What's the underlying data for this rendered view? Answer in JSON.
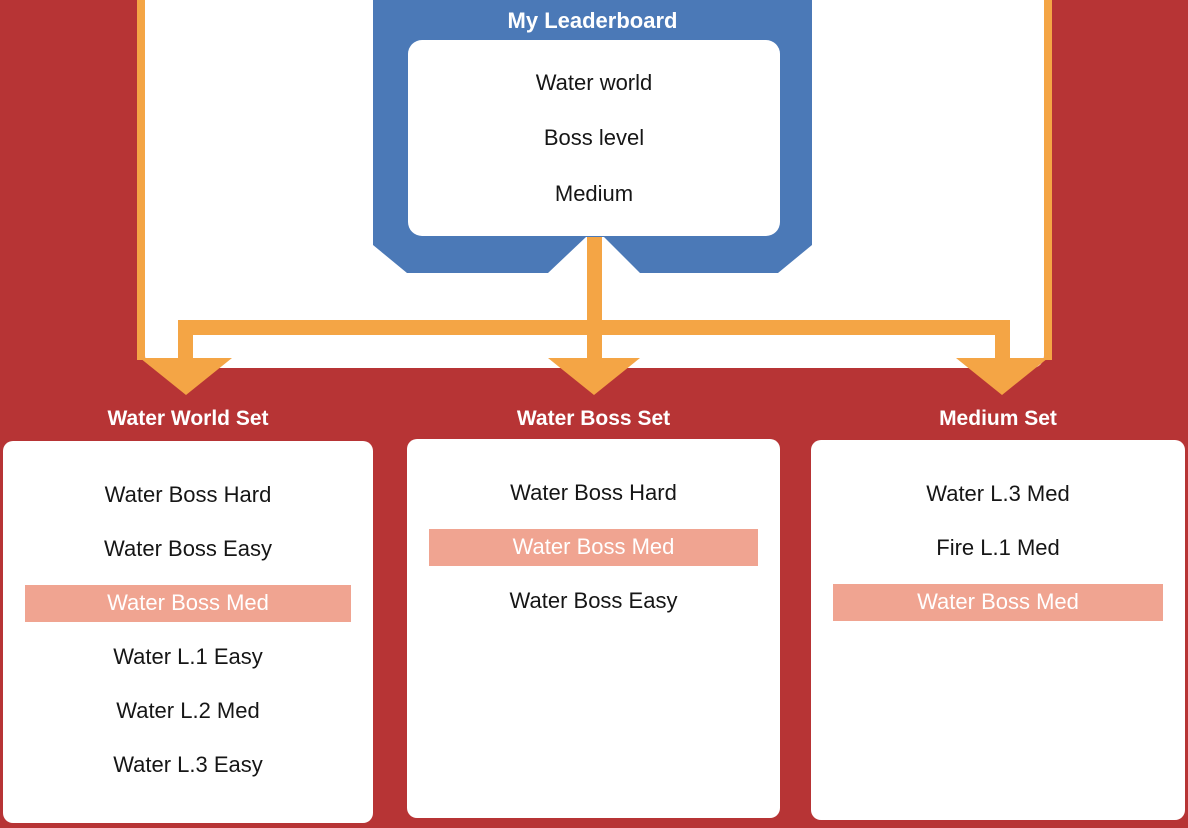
{
  "palette": {
    "background_red": "#B73435",
    "node_blue": "#4B79B7",
    "connector_orange": "#F4A545",
    "highlight_salmon": "#F0A491",
    "item_text": "#161616",
    "title_text": "#FFFFFF"
  },
  "leaderboard": {
    "title": "My Leaderboard",
    "items": [
      "Water world",
      "Boss level",
      "Medium"
    ]
  },
  "sets": [
    {
      "title": "Water World Set",
      "items": [
        {
          "label": "Water Boss Hard",
          "highlighted": false
        },
        {
          "label": "Water Boss Easy",
          "highlighted": false
        },
        {
          "label": "Water Boss Med",
          "highlighted": true
        },
        {
          "label": "Water L.1 Easy",
          "highlighted": false
        },
        {
          "label": "Water L.2 Med",
          "highlighted": false
        },
        {
          "label": "Water L.3 Easy",
          "highlighted": false
        }
      ]
    },
    {
      "title": "Water Boss Set",
      "items": [
        {
          "label": "Water Boss Hard",
          "highlighted": false
        },
        {
          "label": "Water Boss Med",
          "highlighted": true
        },
        {
          "label": "Water Boss Easy",
          "highlighted": false
        }
      ]
    },
    {
      "title": "Medium Set",
      "items": [
        {
          "label": "Water L.3 Med",
          "highlighted": false
        },
        {
          "label": "Fire L.1 Med",
          "highlighted": false
        },
        {
          "label": "Water Boss Med",
          "highlighted": true
        }
      ]
    }
  ]
}
